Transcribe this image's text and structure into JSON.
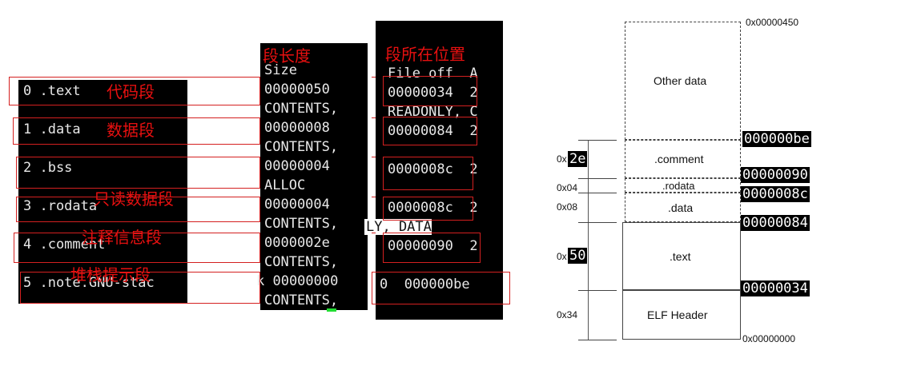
{
  "headers": {
    "segment_length": "段长度",
    "segment_position": "段所在位置"
  },
  "sections": [
    {
      "label": "0 .text",
      "note": "代码段"
    },
    {
      "label": "1 .data",
      "note": "数据段"
    },
    {
      "label": "2 .bss",
      "note": ""
    },
    {
      "label": "3 .rodata",
      "note": "只读数据段"
    },
    {
      "label": "4 .comment",
      "note": "注释信息段"
    },
    {
      "label": "5 .note.GNU-stac",
      "note": "堆栈提示段"
    }
  ],
  "size_column": {
    "lines": [
      "Size",
      "00000050",
      "CONTENTS,",
      "00000008",
      "CONTENTS,",
      "00000004",
      "ALLOC",
      "00000004",
      "CONTENTS,",
      "0000002e",
      "CONTENTS,",
      "k 00000000",
      "CONTENTS,"
    ]
  },
  "offset_column": {
    "lines": [
      "File off  A",
      "00000034  2",
      "READONLY, C",
      "00000084  2",
      "",
      "0000008c  2",
      "",
      "0000008c  2",
      "LY, DATA",
      "00000090  2",
      "",
      "0  000000be",
      ""
    ]
  },
  "layout_diagram": {
    "top_address": "0x00000450",
    "bottom_address": "0x00000000",
    "regions": [
      {
        "name": "Other data",
        "offset_label": "",
        "size_label": ""
      },
      {
        "name": ".comment",
        "offset_label": "000000be",
        "size_label": "0x2e"
      },
      {
        "name": ".rodata",
        "offset_label": "00000090",
        "size_label": "0x04"
      },
      {
        "name": ".data",
        "offset_label": "0000008c",
        "size_label": "0x08"
      },
      {
        "name": ".text",
        "offset_label": "00000084",
        "size_label": "0x50"
      },
      {
        "name": "ELF Header",
        "offset_label": "00000034",
        "size_label": "0x34"
      }
    ],
    "size_prefix": "0x",
    "size_comment_value": "2e",
    "size_text_value": "50"
  }
}
